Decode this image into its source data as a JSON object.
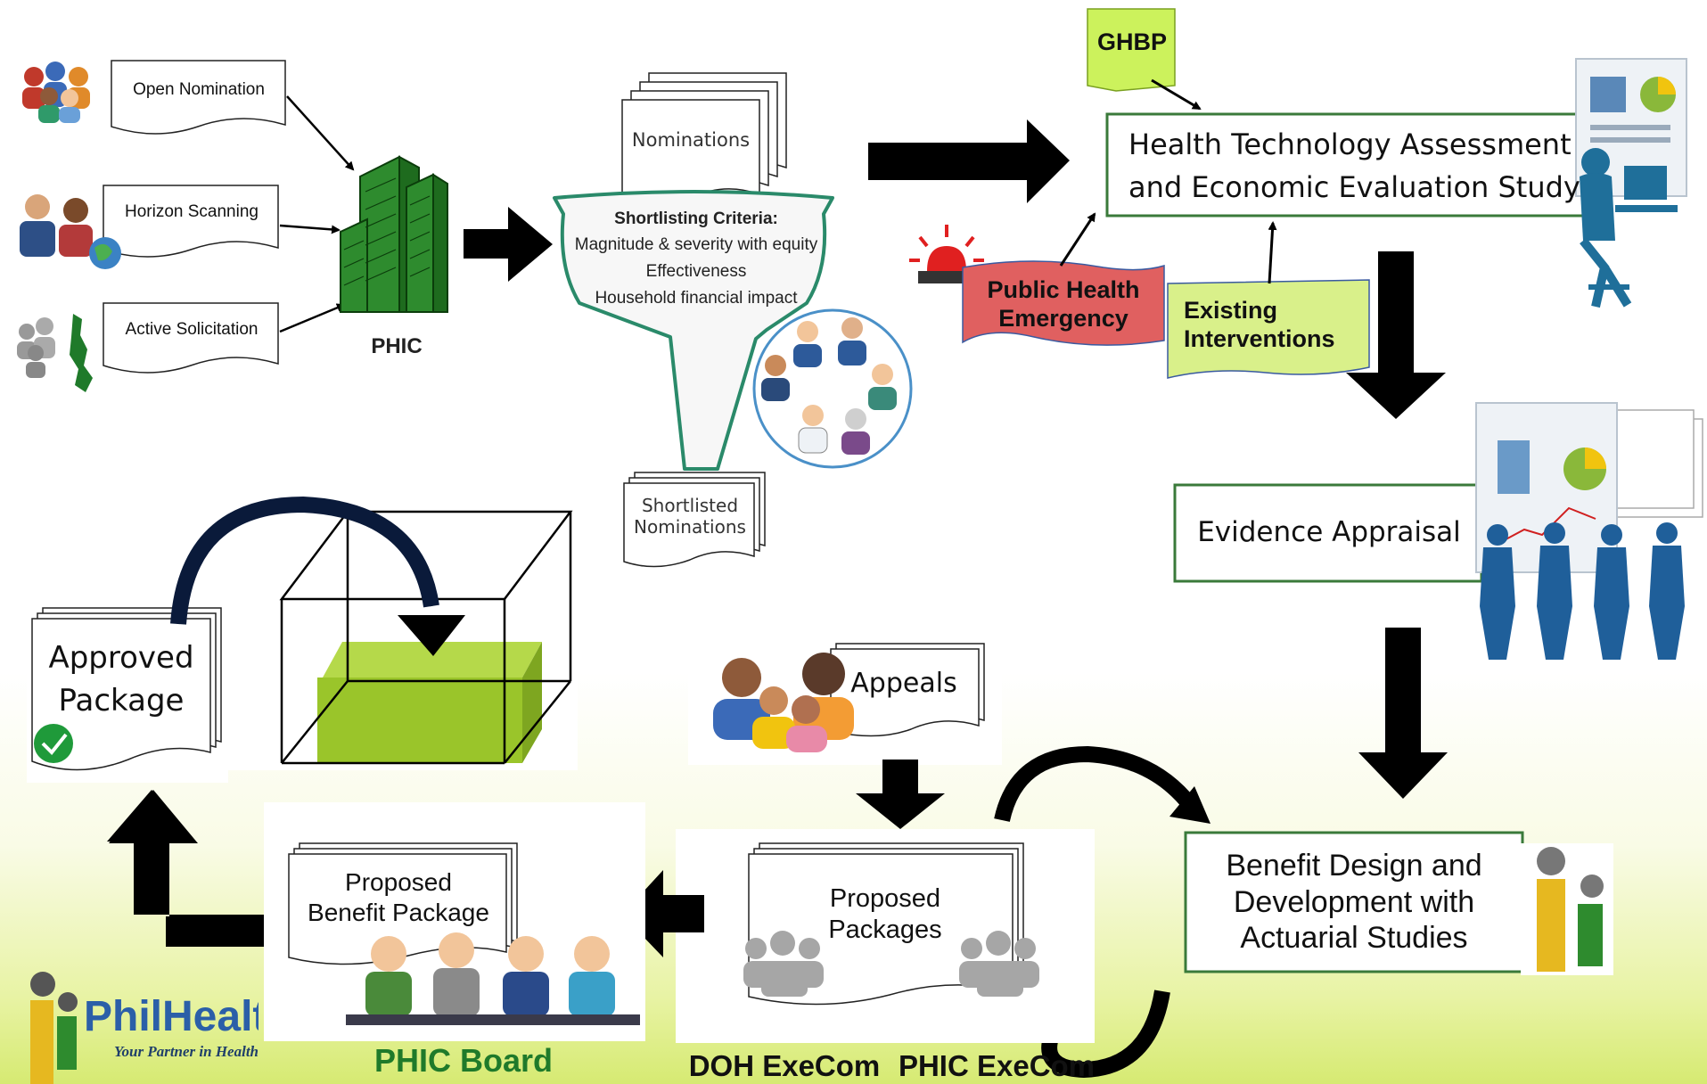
{
  "sources": {
    "open_nomination": "Open Nomination",
    "horizon_scanning": "Horizon Scanning",
    "active_solicitation": "Active Solicitation"
  },
  "phic_label": "PHIC",
  "nominations_doc": "Nominations",
  "shortlisting": {
    "title": "Shortlisting Criteria:",
    "criteria": [
      "Magnitude & severity with equity",
      "Effectiveness",
      "Household financial impact"
    ]
  },
  "shortlisted_doc": "Shortlisted\nNominations",
  "ghbp_label": "GHBP",
  "hta_box": "Health Technology Assessment\nand Economic Evaluation Study",
  "public_health_emergency": "Public Health\nEmergency",
  "existing_interventions": "Existing\nInterventions",
  "evidence_appraisal": "Evidence Appraisal",
  "benefit_design": "Benefit Design and\nDevelopment with\nActuarial Studies",
  "appeals": "Appeals",
  "proposed_packages": "Proposed\nPackages",
  "doh_execom": "DOH ExeCom",
  "phic_execom": "PHIC ExeCom",
  "proposed_benefit_package": "Proposed\nBenefit Package",
  "phic_board": "PHIC Board",
  "approved_package": "Approved\nPackage",
  "logo": {
    "name": "PhilHealth",
    "tagline": "Your Partner in Health"
  },
  "colors": {
    "box_border": "#3a7a3a",
    "ghbp_fill": "#ccf25c",
    "emergency_fill": "#e06060",
    "existing_fill": "#d9f08a",
    "package_green": "#9ac52a",
    "building_green": "#2e8b2e",
    "funnel_border": "#2a8a6a"
  }
}
